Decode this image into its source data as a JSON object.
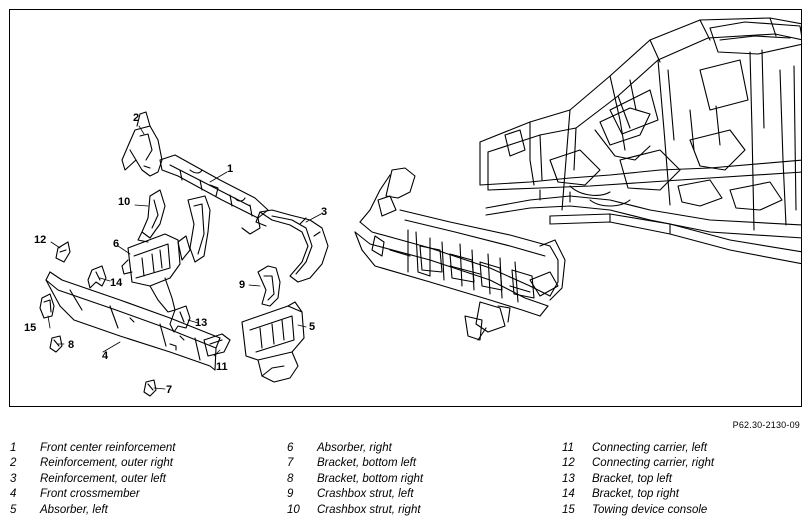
{
  "figure": {
    "id": "P62.30-2130-09",
    "callouts": [
      "1",
      "2",
      "3",
      "4",
      "5",
      "6",
      "7",
      "8",
      "9",
      "10",
      "11",
      "12",
      "13",
      "14",
      "15"
    ]
  },
  "legend": {
    "columns": [
      [
        {
          "num": "1",
          "text": "Front center reinforcement"
        },
        {
          "num": "2",
          "text": "Reinforcement, outer right"
        },
        {
          "num": "3",
          "text": "Reinforcement, outer left"
        },
        {
          "num": "4",
          "text": "Front crossmember"
        },
        {
          "num": "5",
          "text": "Absorber, left"
        }
      ],
      [
        {
          "num": "6",
          "text": "Absorber, right"
        },
        {
          "num": "7",
          "text": "Bracket, bottom left"
        },
        {
          "num": "8",
          "text": "Bracket, bottom right"
        },
        {
          "num": "9",
          "text": "Crashbox strut, left"
        },
        {
          "num": "10",
          "text": "Crashbox strut, right"
        }
      ],
      [
        {
          "num": "11",
          "text": "Connecting carrier, left"
        },
        {
          "num": "12",
          "text": "Connecting carrier, right"
        },
        {
          "num": "13",
          "text": "Bracket, top left"
        },
        {
          "num": "14",
          "text": "Bracket, top right"
        },
        {
          "num": "15",
          "text": "Towing device console"
        }
      ]
    ]
  }
}
